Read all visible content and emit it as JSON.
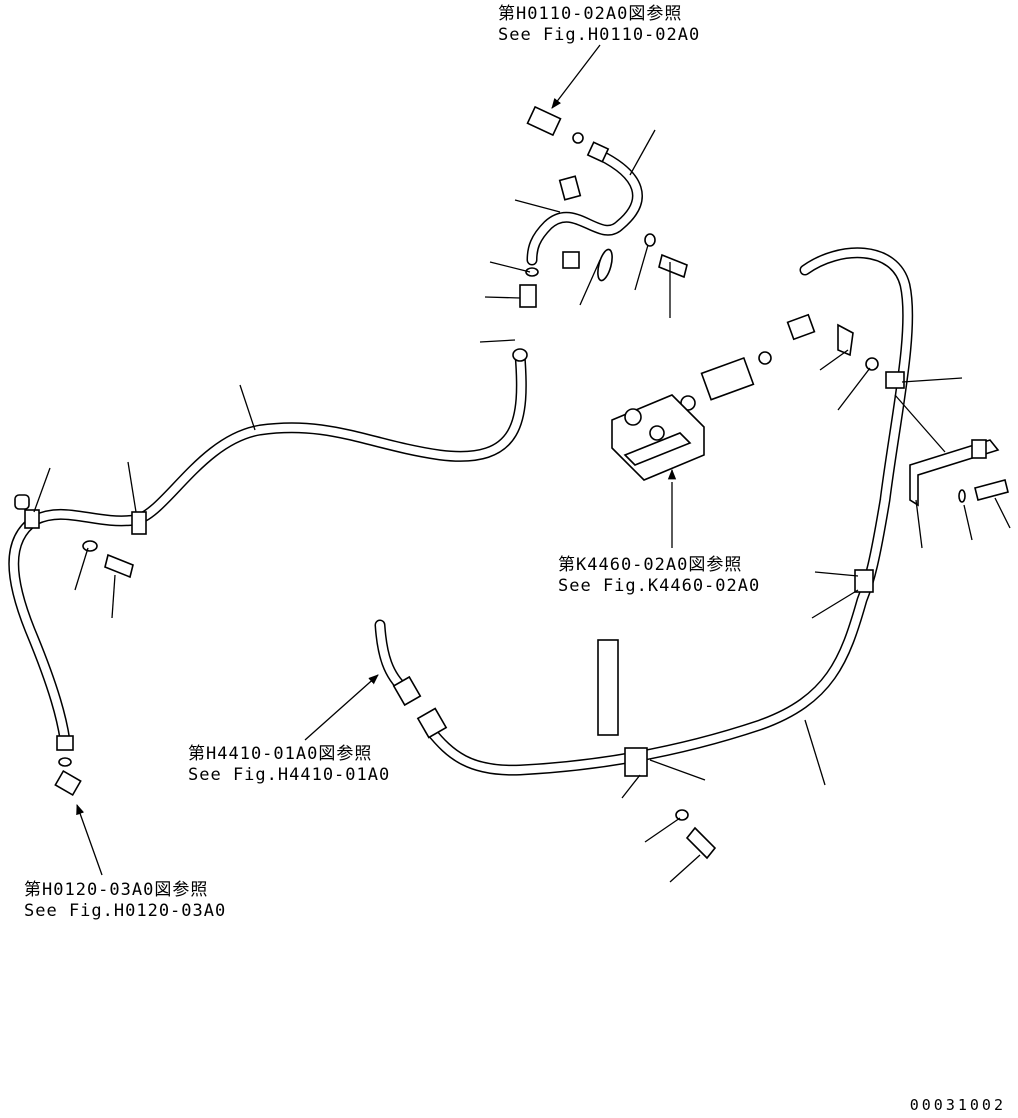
{
  "references": [
    {
      "id": "h0110",
      "jp": "第H0110-02A0図参照",
      "en": "See Fig.H0110-02A0"
    },
    {
      "id": "k4460",
      "jp": "第K4460-02A0図参照",
      "en": "See Fig.K4460-02A0"
    },
    {
      "id": "h4410",
      "jp": "第H4410-01A0図参照",
      "en": "See Fig.H4410-01A0"
    },
    {
      "id": "h0120",
      "jp": "第H0120-03A0図参照",
      "en": "See Fig.H0120-03A0"
    }
  ],
  "drawing_code": "00031002",
  "colors": {
    "line": "#000000",
    "background": "#ffffff"
  }
}
